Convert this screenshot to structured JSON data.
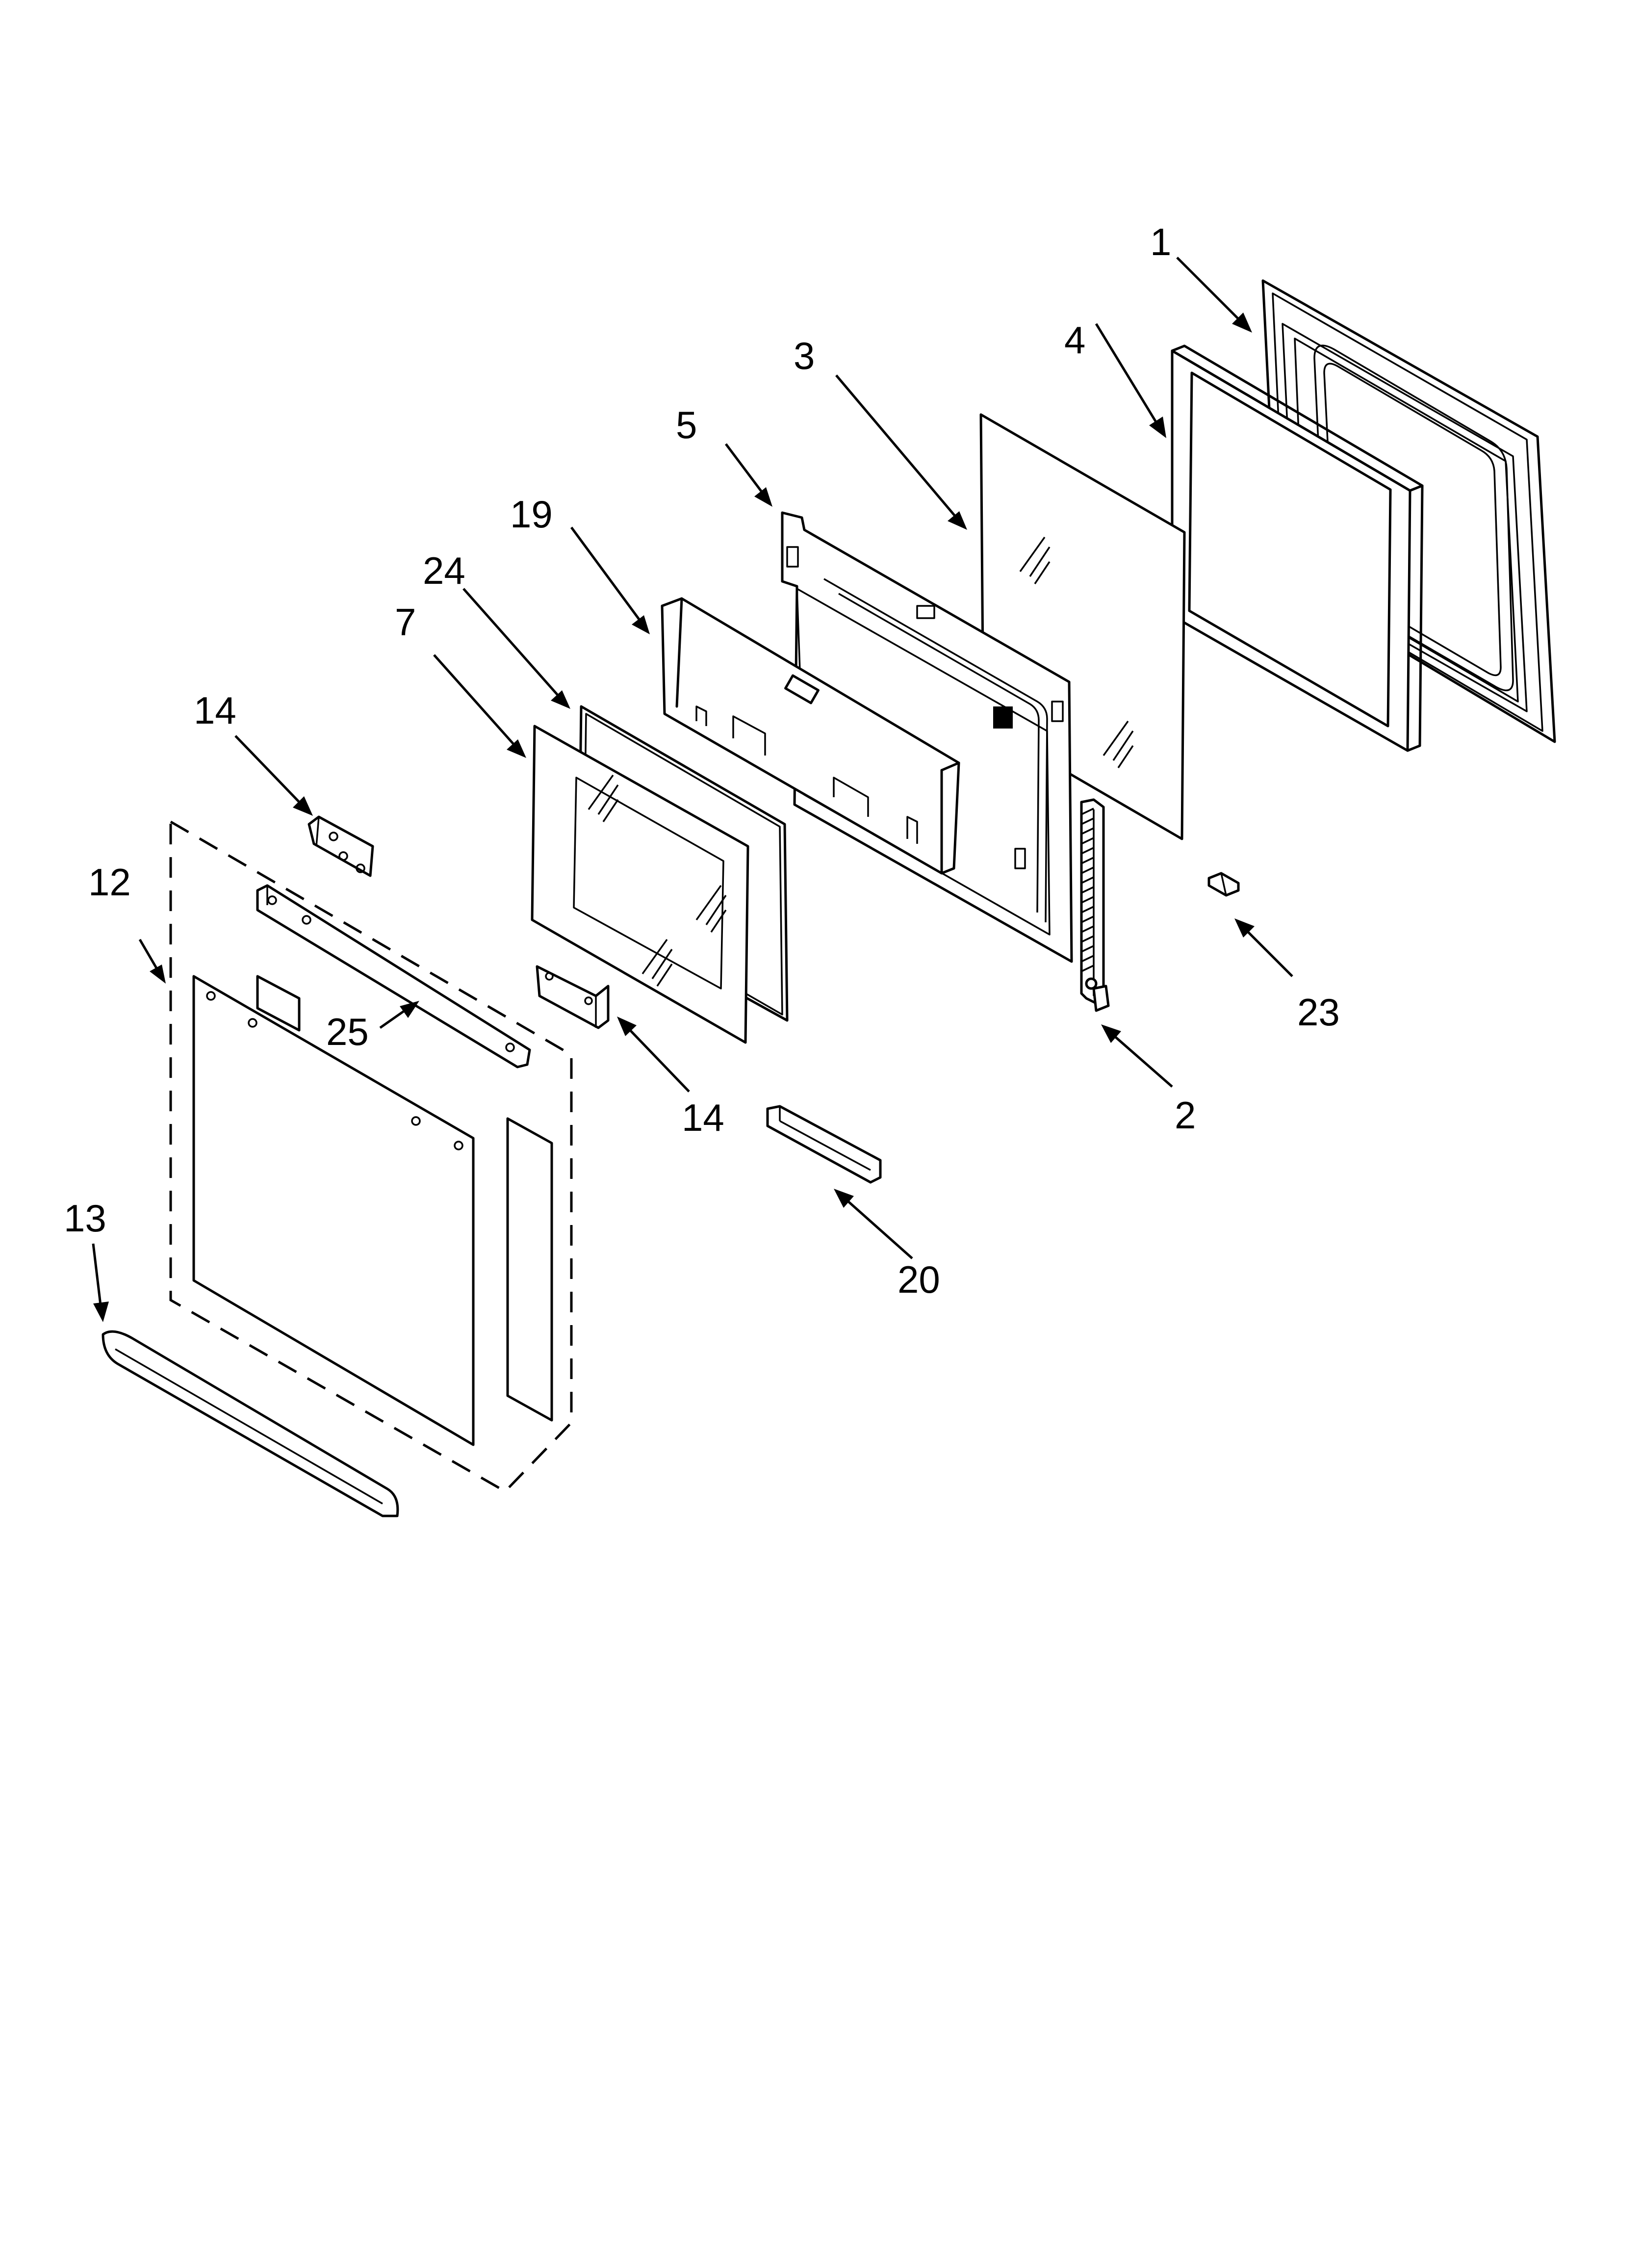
{
  "callouts": {
    "c1": "1",
    "c2": "2",
    "c3": "3",
    "c4": "4",
    "c5": "5",
    "c7": "7",
    "c12": "12",
    "c13": "13",
    "c14a": "14",
    "c14b": "14",
    "c19": "19",
    "c20": "20",
    "c23": "23",
    "c24": "24",
    "c25": "25"
  }
}
